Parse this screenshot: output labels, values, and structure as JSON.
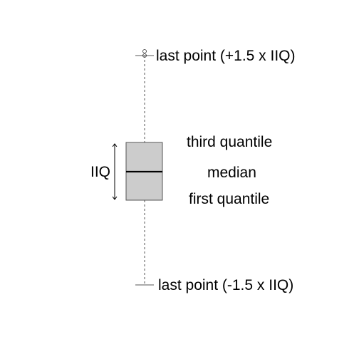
{
  "diagram": {
    "labels": {
      "upper_whisker": "last point (+1.5 x IIQ)",
      "third_quartile": "third quantile",
      "median": "median",
      "first_quartile": "first quantile",
      "lower_whisker": "last point (-1.5 x IIQ)",
      "iqr": "IIQ"
    },
    "colors": {
      "box_fill": "#cccccc",
      "stroke": "#000000",
      "whisker": "#555555"
    }
  }
}
